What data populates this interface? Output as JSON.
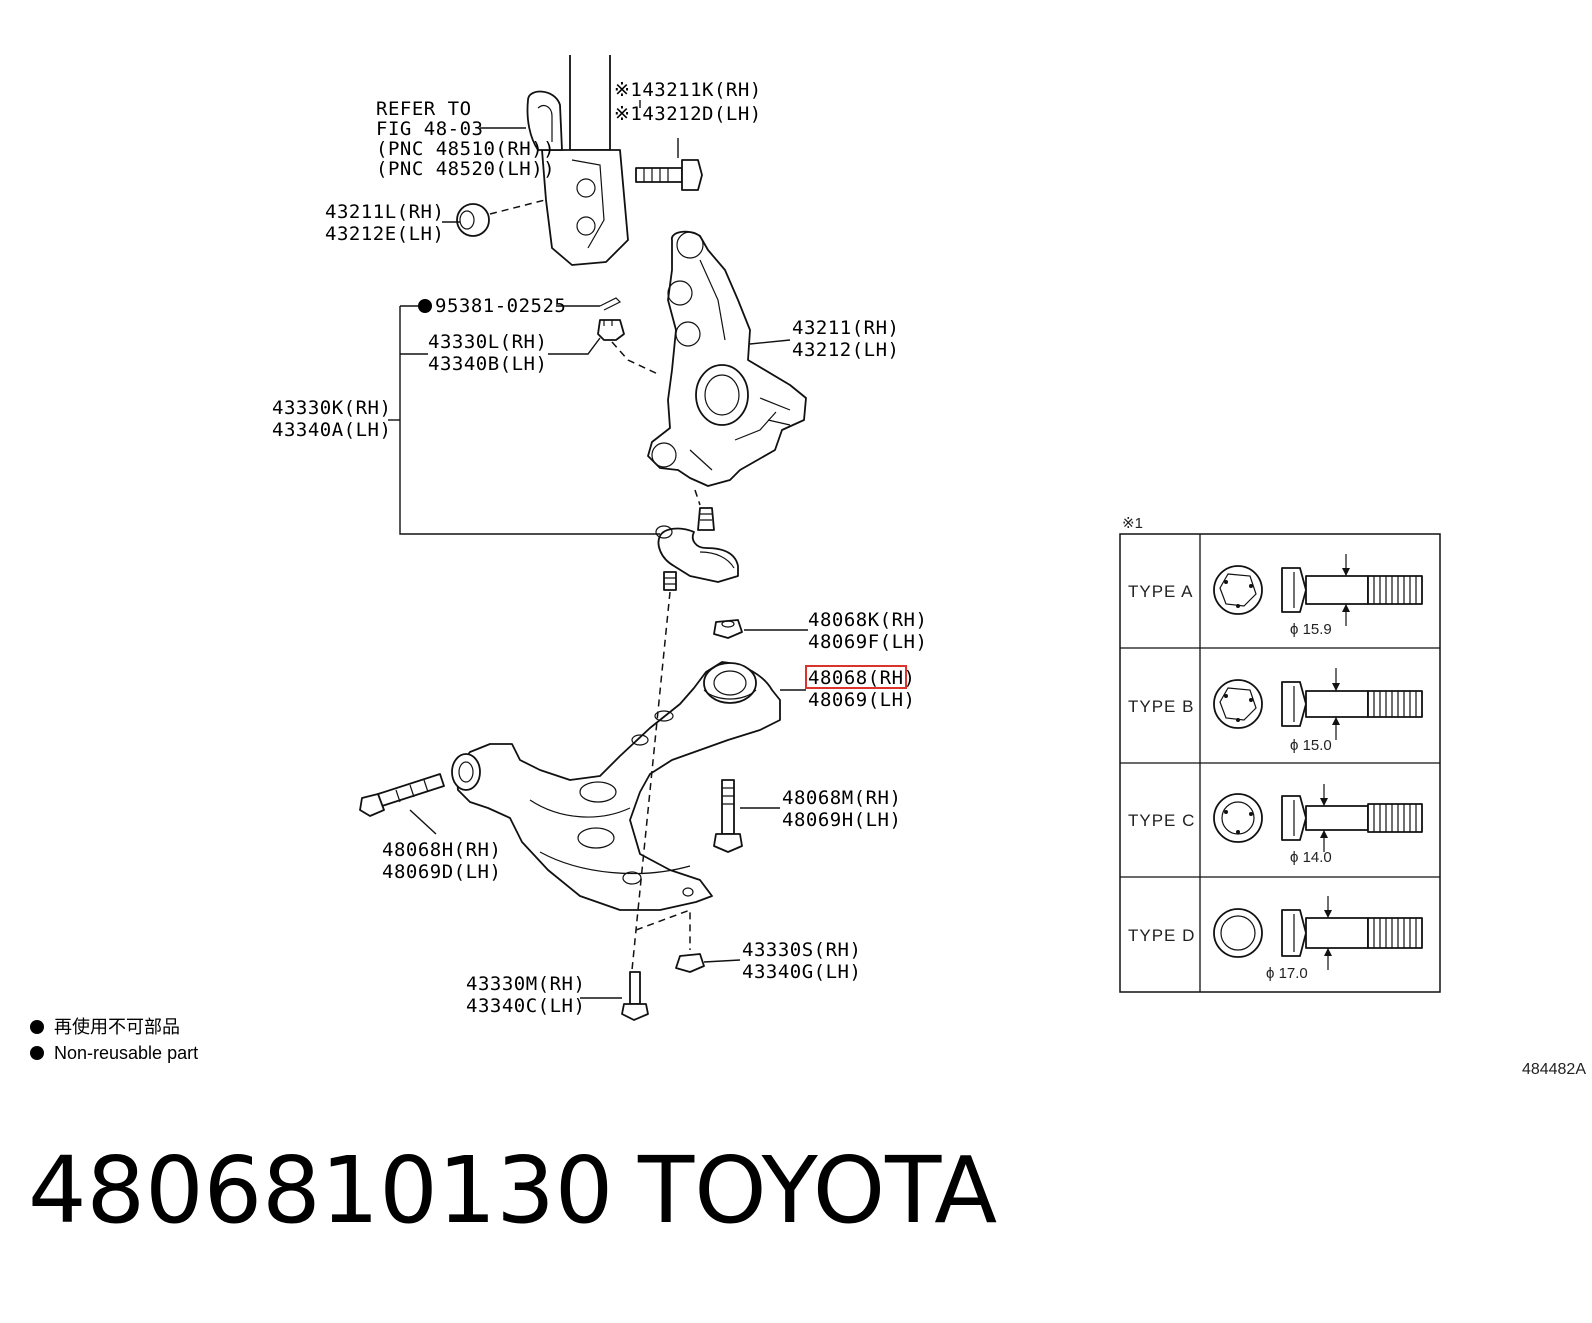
{
  "diagram": {
    "refer_block": [
      "REFER TO",
      "FIG 48-03",
      "(PNC 48510(RH))",
      "(PNC 48520(LH))"
    ],
    "callouts": {
      "bolt_rh": "※143211K(RH)",
      "bolt_lh": "※143212D(LH)",
      "nut_rh": "43211L(RH)",
      "nut_lh": "43212E(LH)",
      "cotter_pin": "95381-02525",
      "castle_nut_rh": "43330L(RH)",
      "castle_nut_lh": "43340B(LH)",
      "knuckle_rh": "43211(RH)",
      "knuckle_lh": "43212(LH)",
      "ball_joint_rh": "43330K(RH)",
      "ball_joint_lh": "43340A(LH)",
      "arm_nut_rh": "48068K(RH)",
      "arm_nut_lh": "48069F(LH)",
      "arm_rh": "48068(RH)",
      "arm_lh": "48069(LH)",
      "arm_bolt_v_rh": "48068M(RH)",
      "arm_bolt_v_lh": "48069H(LH)",
      "arm_bolt_h_rh": "48068H(RH)",
      "arm_bolt_h_lh": "48069D(LH)",
      "bj_nut_rh": "43330S(RH)",
      "bj_nut_lh": "43340G(LH)",
      "bj_bolt_rh": "43330M(RH)",
      "bj_bolt_lh": "43340C(LH)"
    },
    "legend": {
      "zh": "再使用不可部品",
      "en": "Non-reusable part"
    },
    "illustration_number": "484482A",
    "highlight_color": "#d9332b"
  },
  "type_table": {
    "marker": "※1",
    "rows": [
      {
        "type": "TYPE A",
        "diameter": "ϕ 15.9"
      },
      {
        "type": "TYPE B",
        "diameter": "ϕ 15.0"
      },
      {
        "type": "TYPE C",
        "diameter": "ϕ 14.0"
      },
      {
        "type": "TYPE D",
        "diameter": "ϕ 17.0"
      }
    ]
  },
  "caption": {
    "part_number": "4806810130",
    "brand": "TOYOTA"
  }
}
